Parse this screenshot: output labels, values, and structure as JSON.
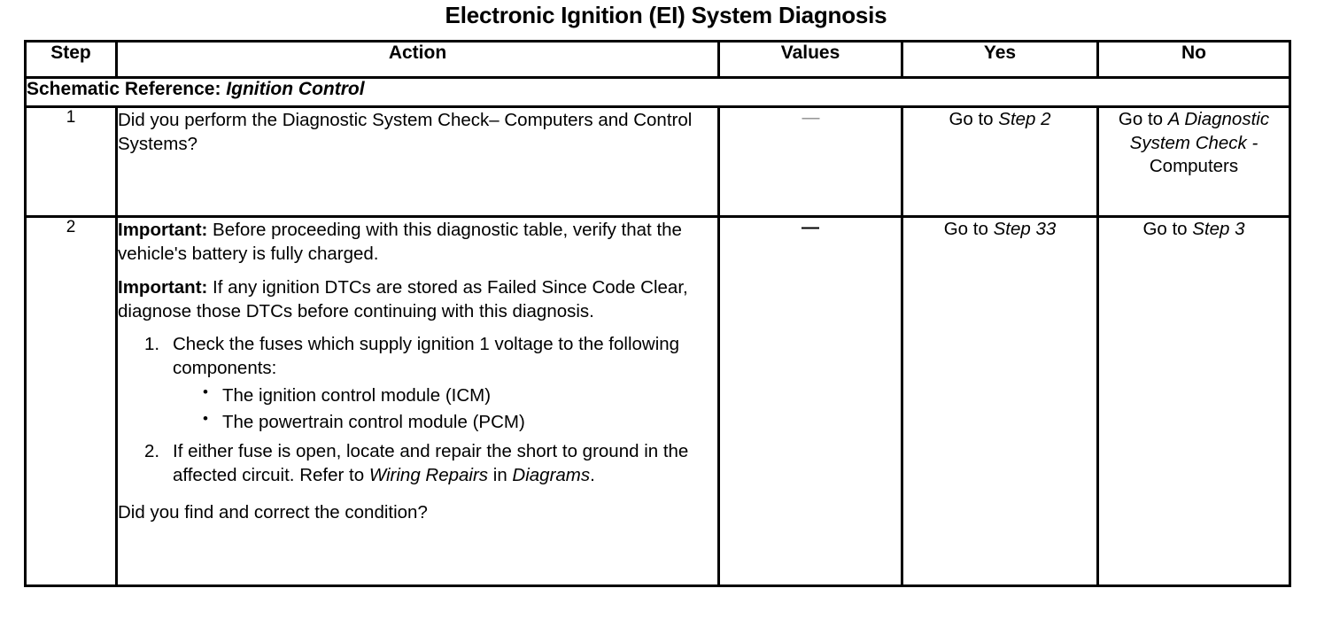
{
  "document": {
    "title": "Electronic Ignition (EI) System Diagnosis"
  },
  "table": {
    "columns": [
      {
        "key": "step",
        "label": "Step"
      },
      {
        "key": "action",
        "label": "Action"
      },
      {
        "key": "values",
        "label": "Values"
      },
      {
        "key": "yes",
        "label": "Yes"
      },
      {
        "key": "no",
        "label": "No"
      }
    ],
    "schematic_row": {
      "label": "Schematic Reference:",
      "value": "Ignition Control"
    },
    "rows": [
      {
        "step": "1",
        "action": {
          "question": "Did you perform the Diagnostic System Check– Computers and  Control  Systems?"
        },
        "values": "—",
        "yes": {
          "prefix": "Go to ",
          "ref": "Step  2"
        },
        "no": {
          "prefix": "Go to ",
          "ref": "A Diagnostic System Check -",
          "suffix": "Computers"
        }
      },
      {
        "step": "2",
        "action": {
          "important_1_label": "Important:",
          "important_1_text": " Before proceeding with this diagnostic table, verify that the vehicle's battery is fully charged.",
          "important_2_label": "Important:",
          "important_2_text": " If any ignition DTCs are stored as Failed Since Code Clear, diagnose those DTCs before continuing with this diagnosis.",
          "item_1": "Check the fuses which supply ignition 1 voltage to the following components:",
          "bullets": [
            "The ignition control module (ICM)",
            "The powertrain control module (PCM)"
          ],
          "item_2_part_1": "If either fuse is open, locate and repair the short to ground in the affected circuit. Refer to ",
          "item_2_ref_1": "Wiring Repairs",
          "item_2_part_2": " in ",
          "item_2_ref_2": "Diagrams",
          "item_2_part_3": ".",
          "question": "Did you find and correct the condition?"
        },
        "values": "—",
        "yes": {
          "prefix": "Go to ",
          "ref": "Step 33"
        },
        "no": {
          "prefix": "Go to ",
          "ref": "Step  3"
        }
      }
    ]
  }
}
